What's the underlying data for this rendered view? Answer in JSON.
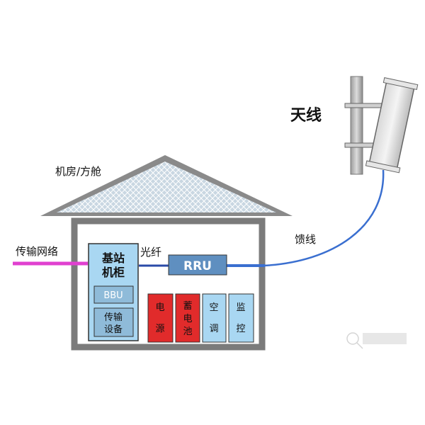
{
  "labels": {
    "antenna": "天线",
    "room": "机房/方舱",
    "transport_network": "传输网络",
    "fiber": "光纤",
    "feeder": "馈线",
    "cabinet_line1": "基站",
    "cabinet_line2": "机柜",
    "bbu": "BBU",
    "transport_line1": "传输",
    "transport_line2": "设备",
    "rru": "RRU",
    "power_1": "电",
    "power_2": "源",
    "battery_1": "蓄",
    "battery_2": "电",
    "battery_3": "池",
    "ac_1": "空",
    "ac_2": "调",
    "monitor_1": "监",
    "monitor_2": "控"
  },
  "colors": {
    "transport_line": "#e040d0",
    "fiber_line": "#2a4aa8",
    "feeder_line": "#3a6fd0",
    "cabinet_fill": "#a9d7f2",
    "module_fill": "#8fbbd9",
    "rru_fill": "#5f8fc0",
    "power_fill": "#e12b2b",
    "ac_fill": "#a9d7f2",
    "roof_fill": "#c9d7e2",
    "wall_stroke": "#7b7b7b"
  }
}
